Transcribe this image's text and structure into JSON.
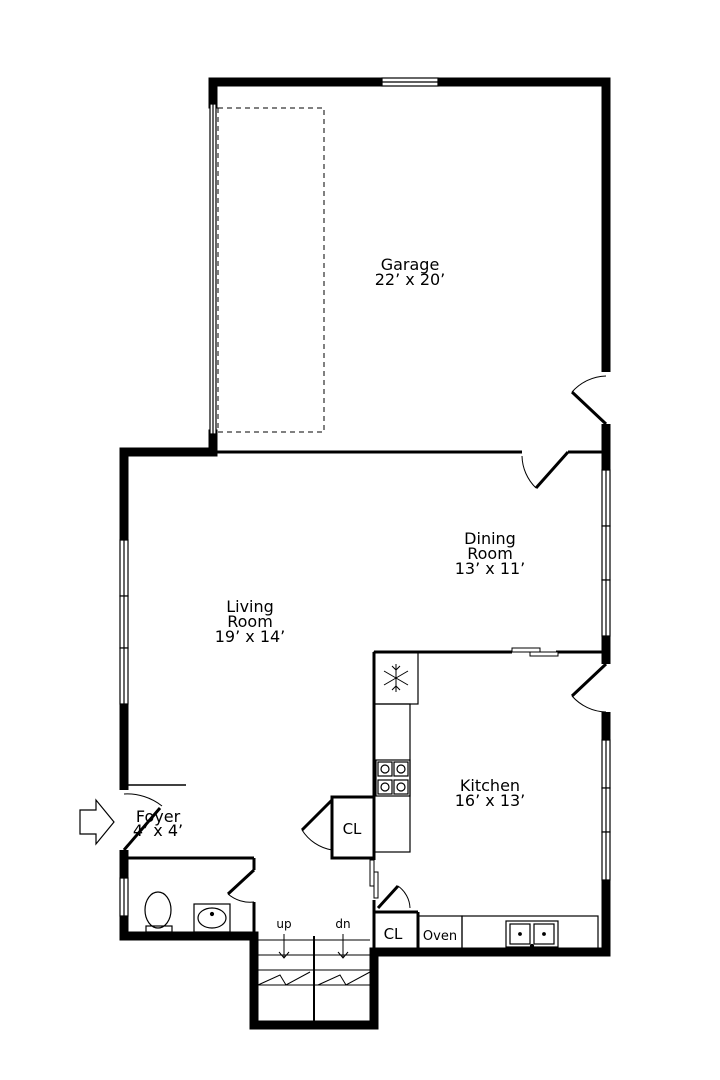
{
  "rooms": {
    "garage": {
      "name": "Garage",
      "size": "22’ x 20’"
    },
    "dining": {
      "name_line1": "Dining",
      "name_line2": "Room",
      "size": "13’ x 11’"
    },
    "living": {
      "name_line1": "Living",
      "name_line2": "Room",
      "size": "19’ x 14’"
    },
    "kitchen": {
      "name": "Kitchen",
      "size": "16’ x 13’"
    },
    "foyer": {
      "name": "Foyer",
      "size": "4’ x 4’"
    }
  },
  "labels": {
    "closet_left": "CL",
    "closet_right": "CL",
    "oven": "Oven",
    "stairs_up": "up",
    "stairs_down": "dn"
  },
  "icons": {
    "refrigerator": "snowflake-icon",
    "entry": "entry-arrow-icon",
    "stove": "cooktop-icon",
    "sink": "double-sink-icon",
    "toilet": "toilet-icon",
    "bath_sink": "bath-sink-icon"
  }
}
